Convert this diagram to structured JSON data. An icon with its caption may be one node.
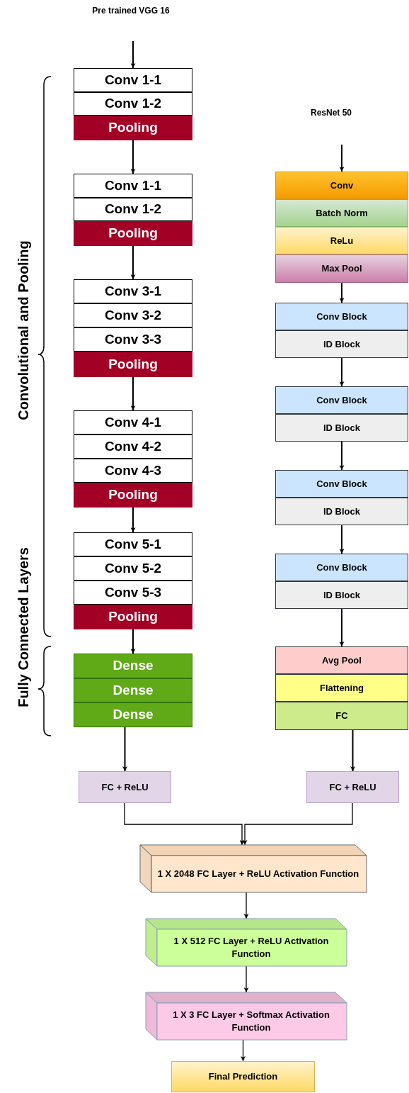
{
  "diagram": {
    "nodes": [
      {
        "text": [
          "Conv 1-1"
        ]
      },
      {
        "text": [
          "Conv 1-2"
        ]
      },
      {
        "text": [
          "Pooling"
        ]
      },
      {
        "text": [
          "Conv 1-1"
        ]
      },
      {
        "text": [
          "Conv 1-2"
        ]
      },
      {
        "text": [
          "Pooling"
        ]
      },
      {
        "text": [
          "Conv 3-1"
        ]
      },
      {
        "text": [
          "Conv 3-2"
        ]
      },
      {
        "text": [
          "Conv 3-3"
        ]
      },
      {
        "text": [
          "Pooling"
        ]
      },
      {
        "text": [
          "Conv 4-1"
        ]
      },
      {
        "text": [
          "Conv 4-2"
        ]
      },
      {
        "text": [
          "Conv 4-3"
        ]
      },
      {
        "text": [
          "Pooling"
        ]
      },
      {
        "text": [
          "Conv 5-1"
        ]
      },
      {
        "text": [
          "Conv 5-2"
        ]
      },
      {
        "text": [
          "Conv 5-3"
        ]
      },
      {
        "text": [
          "Pooling"
        ]
      },
      {
        "text": [
          "Dense"
        ]
      },
      {
        "text": [
          "Dense"
        ]
      },
      {
        "text": [
          "Dense"
        ]
      },
      {
        "text": [
          "Conv"
        ]
      },
      {
        "text": [
          "Batch Norm"
        ]
      },
      {
        "text": [
          "ReLu"
        ]
      },
      {
        "text": [
          "Max Pool"
        ]
      },
      {
        "text": [
          "Conv Block"
        ]
      },
      {
        "text": [
          "ID Block"
        ]
      },
      {
        "text": [
          "Conv Block"
        ]
      },
      {
        "text": [
          "ID Block"
        ]
      },
      {
        "text": [
          "Conv Block"
        ]
      },
      {
        "text": [
          "ID Block"
        ]
      },
      {
        "text": [
          "Conv Block"
        ]
      },
      {
        "text": [
          "ID Block"
        ]
      },
      {
        "text": [
          "Avg Pool"
        ]
      },
      {
        "text": [
          "Flattening"
        ]
      },
      {
        "text": [
          "FC"
        ]
      },
      {
        "text": [
          "FC + ReLU"
        ]
      },
      {
        "text": [
          "FC + ReLU"
        ]
      },
      {
        "text": [
          "1 X 2048 FC Layer + ReLU Activation Function"
        ]
      },
      {
        "text": [
          "1 X 512 FC Layer + ReLU Activation Function"
        ]
      },
      {
        "text": [
          "1 X 3 FC Layer + Softmax Activation Function"
        ]
      },
      {
        "text": [
          "Final Prediction"
        ]
      }
    ],
    "edges": [
      {
        "from": null,
        "to": 0,
        "arrow": "to"
      },
      {
        "from": 2,
        "to": 3,
        "arrow": "to"
      },
      {
        "from": 5,
        "to": 6,
        "arrow": "to"
      },
      {
        "from": 9,
        "to": 10,
        "arrow": "to"
      },
      {
        "from": 13,
        "to": 14,
        "arrow": "to"
      },
      {
        "from": 17,
        "to": 18,
        "arrow": "to"
      },
      {
        "from": 20,
        "to": 36,
        "arrow": "to"
      },
      {
        "from": null,
        "to": 21,
        "arrow": "to"
      },
      {
        "from": 24,
        "to": 25,
        "arrow": "to"
      },
      {
        "from": 26,
        "to": 27,
        "arrow": "to"
      },
      {
        "from": 28,
        "to": 29,
        "arrow": "to"
      },
      {
        "from": 30,
        "to": 31,
        "arrow": "to"
      },
      {
        "from": 32,
        "to": 33,
        "arrow": "to"
      },
      {
        "from": 35,
        "to": 37,
        "arrow": "to"
      },
      {
        "from": 36,
        "to": 38,
        "arrow": "to"
      },
      {
        "from": 37,
        "to": 38,
        "arrow": "to"
      },
      {
        "from": 38,
        "to": 39,
        "arrow": "to"
      },
      {
        "from": 39,
        "to": 40,
        "arrow": "to"
      },
      {
        "from": 40,
        "to": 41,
        "arrow": "to"
      }
    ],
    "labels": [
      "Pre trained VGG 16",
      "ResNet 50",
      "Convolutional and Pooling",
      "Fully Connected Layers"
    ]
  }
}
